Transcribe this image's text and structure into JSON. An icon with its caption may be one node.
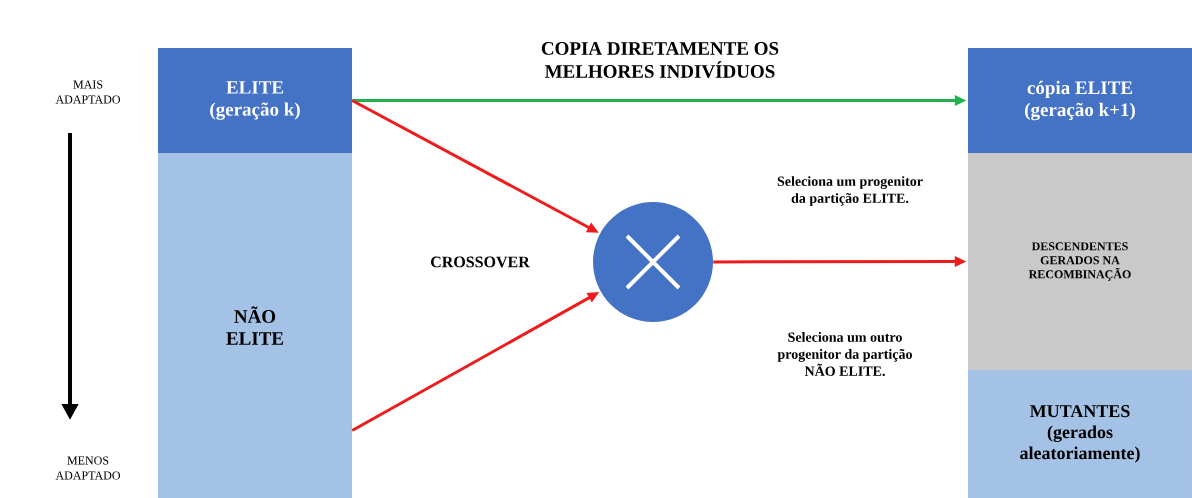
{
  "diagram": {
    "nodes": [
      {
        "text": [
          "ELITE (geração k)"
        ]
      },
      {
        "text": [
          "NÃO ELITE"
        ]
      },
      {
        "text": [],
        "shape": "circle",
        "beside": [
          "CROSSOVER"
        ]
      },
      {
        "text": [
          "cópia ELITE (geração k+1)"
        ]
      },
      {
        "text": [
          "DESCENDENTES GERADOS NA RECOMBINAÇÃO"
        ]
      },
      {
        "text": [
          "MUTANTES (gerados aleatoriamente)"
        ]
      }
    ],
    "edges": [
      {
        "from": 0,
        "to": 3,
        "arrow": "to",
        "color": "#22b14c",
        "label": "COPIA DIRETAMENTE OS MELHORES INDIVÍDUOS"
      },
      {
        "from": 0,
        "to": 2,
        "arrow": "to"
      },
      {
        "from": 1,
        "to": 2,
        "arrow": "to"
      },
      {
        "from": 2,
        "to": 4,
        "arrow": "to"
      }
    ],
    "labels": [
      "MAIS ADAPTADO",
      "MENOS ADAPTADO",
      "Seleciona um progenitor da partição ELITE.",
      "Seleciona um outro progenitor da partição NÃO ELITE."
    ]
  }
}
